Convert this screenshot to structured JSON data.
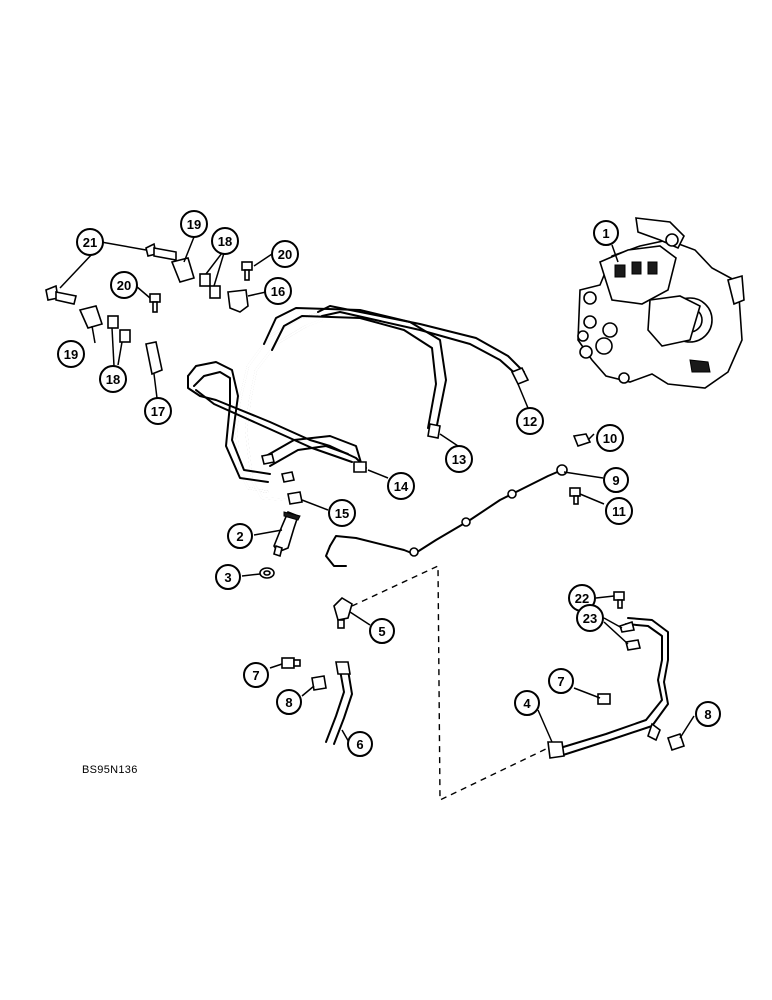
{
  "figure_code": "BS95N136",
  "callouts": [
    {
      "id": "c1",
      "label": "1"
    },
    {
      "id": "c2",
      "label": "2"
    },
    {
      "id": "c3",
      "label": "3"
    },
    {
      "id": "c4",
      "label": "4"
    },
    {
      "id": "c5",
      "label": "5"
    },
    {
      "id": "c6",
      "label": "6"
    },
    {
      "id": "c7a",
      "label": "7"
    },
    {
      "id": "c7b",
      "label": "7"
    },
    {
      "id": "c8a",
      "label": "8"
    },
    {
      "id": "c8b",
      "label": "8"
    },
    {
      "id": "c9",
      "label": "9"
    },
    {
      "id": "c10",
      "label": "10"
    },
    {
      "id": "c11",
      "label": "11"
    },
    {
      "id": "c12",
      "label": "12"
    },
    {
      "id": "c13",
      "label": "13"
    },
    {
      "id": "c14",
      "label": "14"
    },
    {
      "id": "c15",
      "label": "15"
    },
    {
      "id": "c16",
      "label": "16"
    },
    {
      "id": "c17",
      "label": "17"
    },
    {
      "id": "c18a",
      "label": "18"
    },
    {
      "id": "c18b",
      "label": "18"
    },
    {
      "id": "c19a",
      "label": "19"
    },
    {
      "id": "c19b",
      "label": "19"
    },
    {
      "id": "c20a",
      "label": "20"
    },
    {
      "id": "c20b",
      "label": "20"
    },
    {
      "id": "c21",
      "label": "21"
    },
    {
      "id": "c22",
      "label": "22"
    },
    {
      "id": "c23",
      "label": "23"
    }
  ]
}
